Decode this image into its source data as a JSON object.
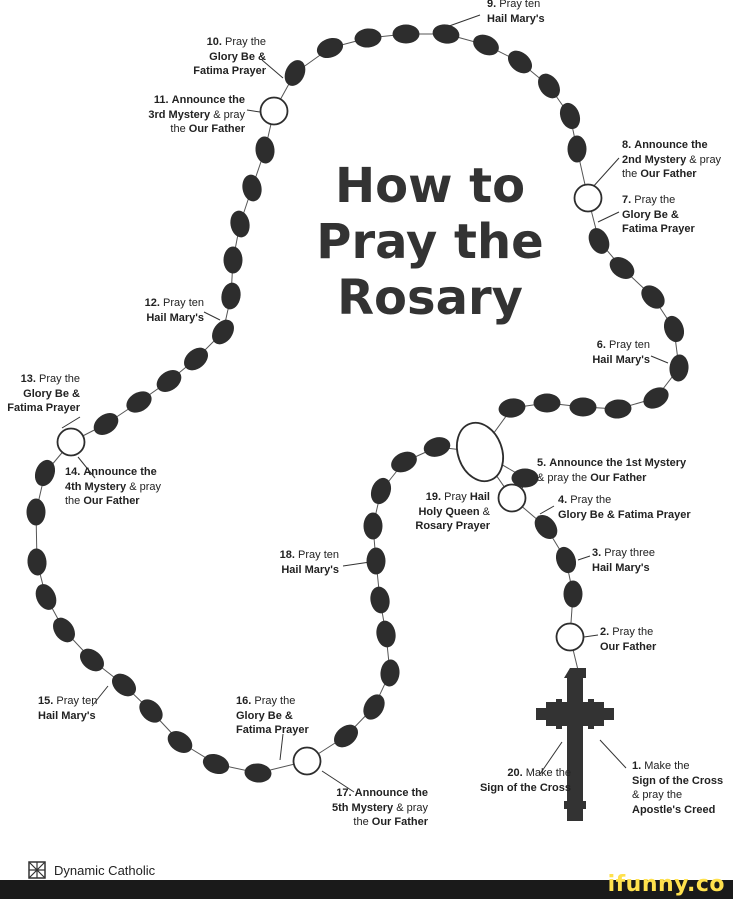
{
  "title": {
    "line1": "How to",
    "line2": "Pray the",
    "line3": "Rosary"
  },
  "steps": [
    {
      "num": "1.",
      "pre": "",
      "bold1": "Make the",
      "mid": "",
      "bold2": "Sign of the Cross",
      "post": "& pray the",
      "bold3": "Apostle's Creed"
    },
    {
      "num": "2.",
      "text": "Pray the",
      "bold": "Our Father"
    },
    {
      "num": "3.",
      "text": "Pray three",
      "bold": "Hail Mary's"
    },
    {
      "num": "4.",
      "text": "Pray the",
      "bold": "Glory Be & Fatima Prayer"
    },
    {
      "num": "5.",
      "bold_a": "Announce the 1st Mystery",
      "text": "& pray the",
      "bold": "Our Father"
    },
    {
      "num": "6.",
      "text": "Pray ten",
      "bold": "Hail Mary's"
    },
    {
      "num": "7.",
      "text": "Pray the",
      "bold1": "Glory Be &",
      "bold2": "Fatima Prayer"
    },
    {
      "num": "8.",
      "bold_a": "Announce the",
      "bold_b": "2nd Mystery",
      "text": "& pray",
      "pre": "the",
      "bold": "Our Father"
    },
    {
      "num": "9.",
      "text": "Pray ten",
      "bold": "Hail Mary's"
    },
    {
      "num": "10.",
      "text": "Pray the",
      "bold1": "Glory Be &",
      "bold2": "Fatima Prayer"
    },
    {
      "num": "11.",
      "bold_a": "Announce the",
      "bold_b": "3rd Mystery",
      "text": "& pray",
      "pre": "the",
      "bold": "Our Father"
    },
    {
      "num": "12.",
      "text": "Pray ten",
      "bold": "Hail Mary's"
    },
    {
      "num": "13.",
      "text": "Pray the",
      "bold1": "Glory Be &",
      "bold2": "Fatima Prayer"
    },
    {
      "num": "14.",
      "bold_a": "Announce the",
      "bold_b": "4th Mystery",
      "text": "& pray",
      "pre": "the",
      "bold": "Our Father"
    },
    {
      "num": "15.",
      "text": "Pray ten",
      "bold": "Hail Mary's"
    },
    {
      "num": "16.",
      "text": "Pray the",
      "bold1": "Glory Be &",
      "bold2": "Fatima Prayer"
    },
    {
      "num": "17.",
      "bold_a": "Announce the",
      "bold_b": "5th Mystery",
      "text": "& pray",
      "pre": "the",
      "bold": "Our Father"
    },
    {
      "num": "18.",
      "text": "Pray ten",
      "bold": "Hail Mary's"
    },
    {
      "num": "19.",
      "text": "Pray",
      "bold_a": "Hail",
      "bold1": "Holy Queen",
      "amp": "&",
      "bold2": "Rosary Prayer"
    },
    {
      "num": "20.",
      "text": "Make the",
      "bold": "Sign of the Cross"
    }
  ],
  "brand": {
    "name": "Dynamic Catholic",
    "icon": "celtic-knot-icon"
  },
  "watermark": "ifunny.co",
  "colors": {
    "bead": "#2d2d2d",
    "cross": "#333333",
    "outline": "#2d2d2d",
    "footer": "#1a1a1a",
    "watermark": "#ffe14d"
  }
}
